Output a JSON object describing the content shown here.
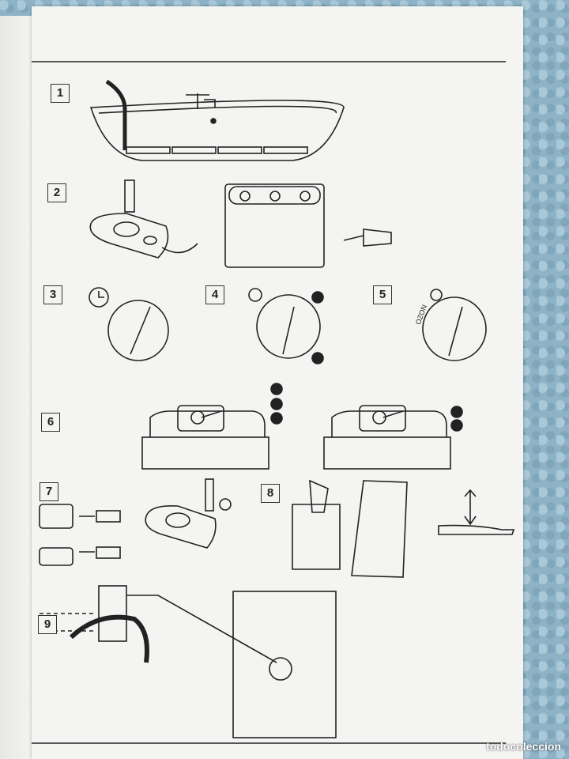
{
  "steps": [
    {
      "number": "1"
    },
    {
      "number": "2"
    },
    {
      "number": "3"
    },
    {
      "number": "4"
    },
    {
      "number": "5"
    },
    {
      "number": "6"
    },
    {
      "number": "7"
    },
    {
      "number": "8"
    },
    {
      "number": "9"
    }
  ],
  "dials": {
    "ozone_label": "OZON"
  },
  "watermark": "todocoleccion"
}
